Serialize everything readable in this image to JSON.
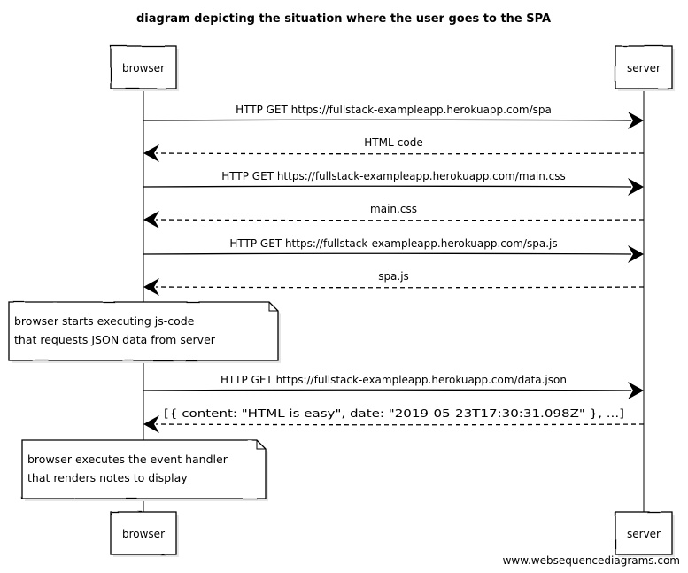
{
  "title": "diagram depicting the situation where the user goes to the SPA",
  "participants": [
    {
      "name": "browser"
    },
    {
      "name": "server"
    }
  ],
  "messages": [
    {
      "from": "browser",
      "to": "server",
      "label": "HTTP GET https://fullstack-exampleapp.herokuapp.com/spa",
      "style": "solid"
    },
    {
      "from": "server",
      "to": "browser",
      "label": "HTML-code",
      "style": "dashed"
    },
    {
      "from": "browser",
      "to": "server",
      "label": "HTTP GET https://fullstack-exampleapp.herokuapp.com/main.css",
      "style": "solid"
    },
    {
      "from": "server",
      "to": "browser",
      "label": "main.css",
      "style": "dashed"
    },
    {
      "from": "browser",
      "to": "server",
      "label": "HTTP GET https://fullstack-exampleapp.herokuapp.com/spa.js",
      "style": "solid"
    },
    {
      "from": "server",
      "to": "browser",
      "label": "spa.js",
      "style": "dashed"
    },
    {
      "from": "browser",
      "to": "server",
      "label": "HTTP GET https://fullstack-exampleapp.herokuapp.com/data.json",
      "style": "solid"
    },
    {
      "from": "server",
      "to": "browser",
      "label": "[{ content: \"HTML is easy\", date: \"2019-05-23T17:30:31.098Z\" }, ...]",
      "style": "dashed"
    }
  ],
  "notes": [
    {
      "over": "browser",
      "lines": [
        "browser starts executing js-code",
        "that requests JSON data from server"
      ]
    },
    {
      "over": "browser",
      "lines": [
        "browser executes the event handler",
        "that renders notes to display"
      ]
    }
  ],
  "watermark": "www.websequencediagrams.com"
}
